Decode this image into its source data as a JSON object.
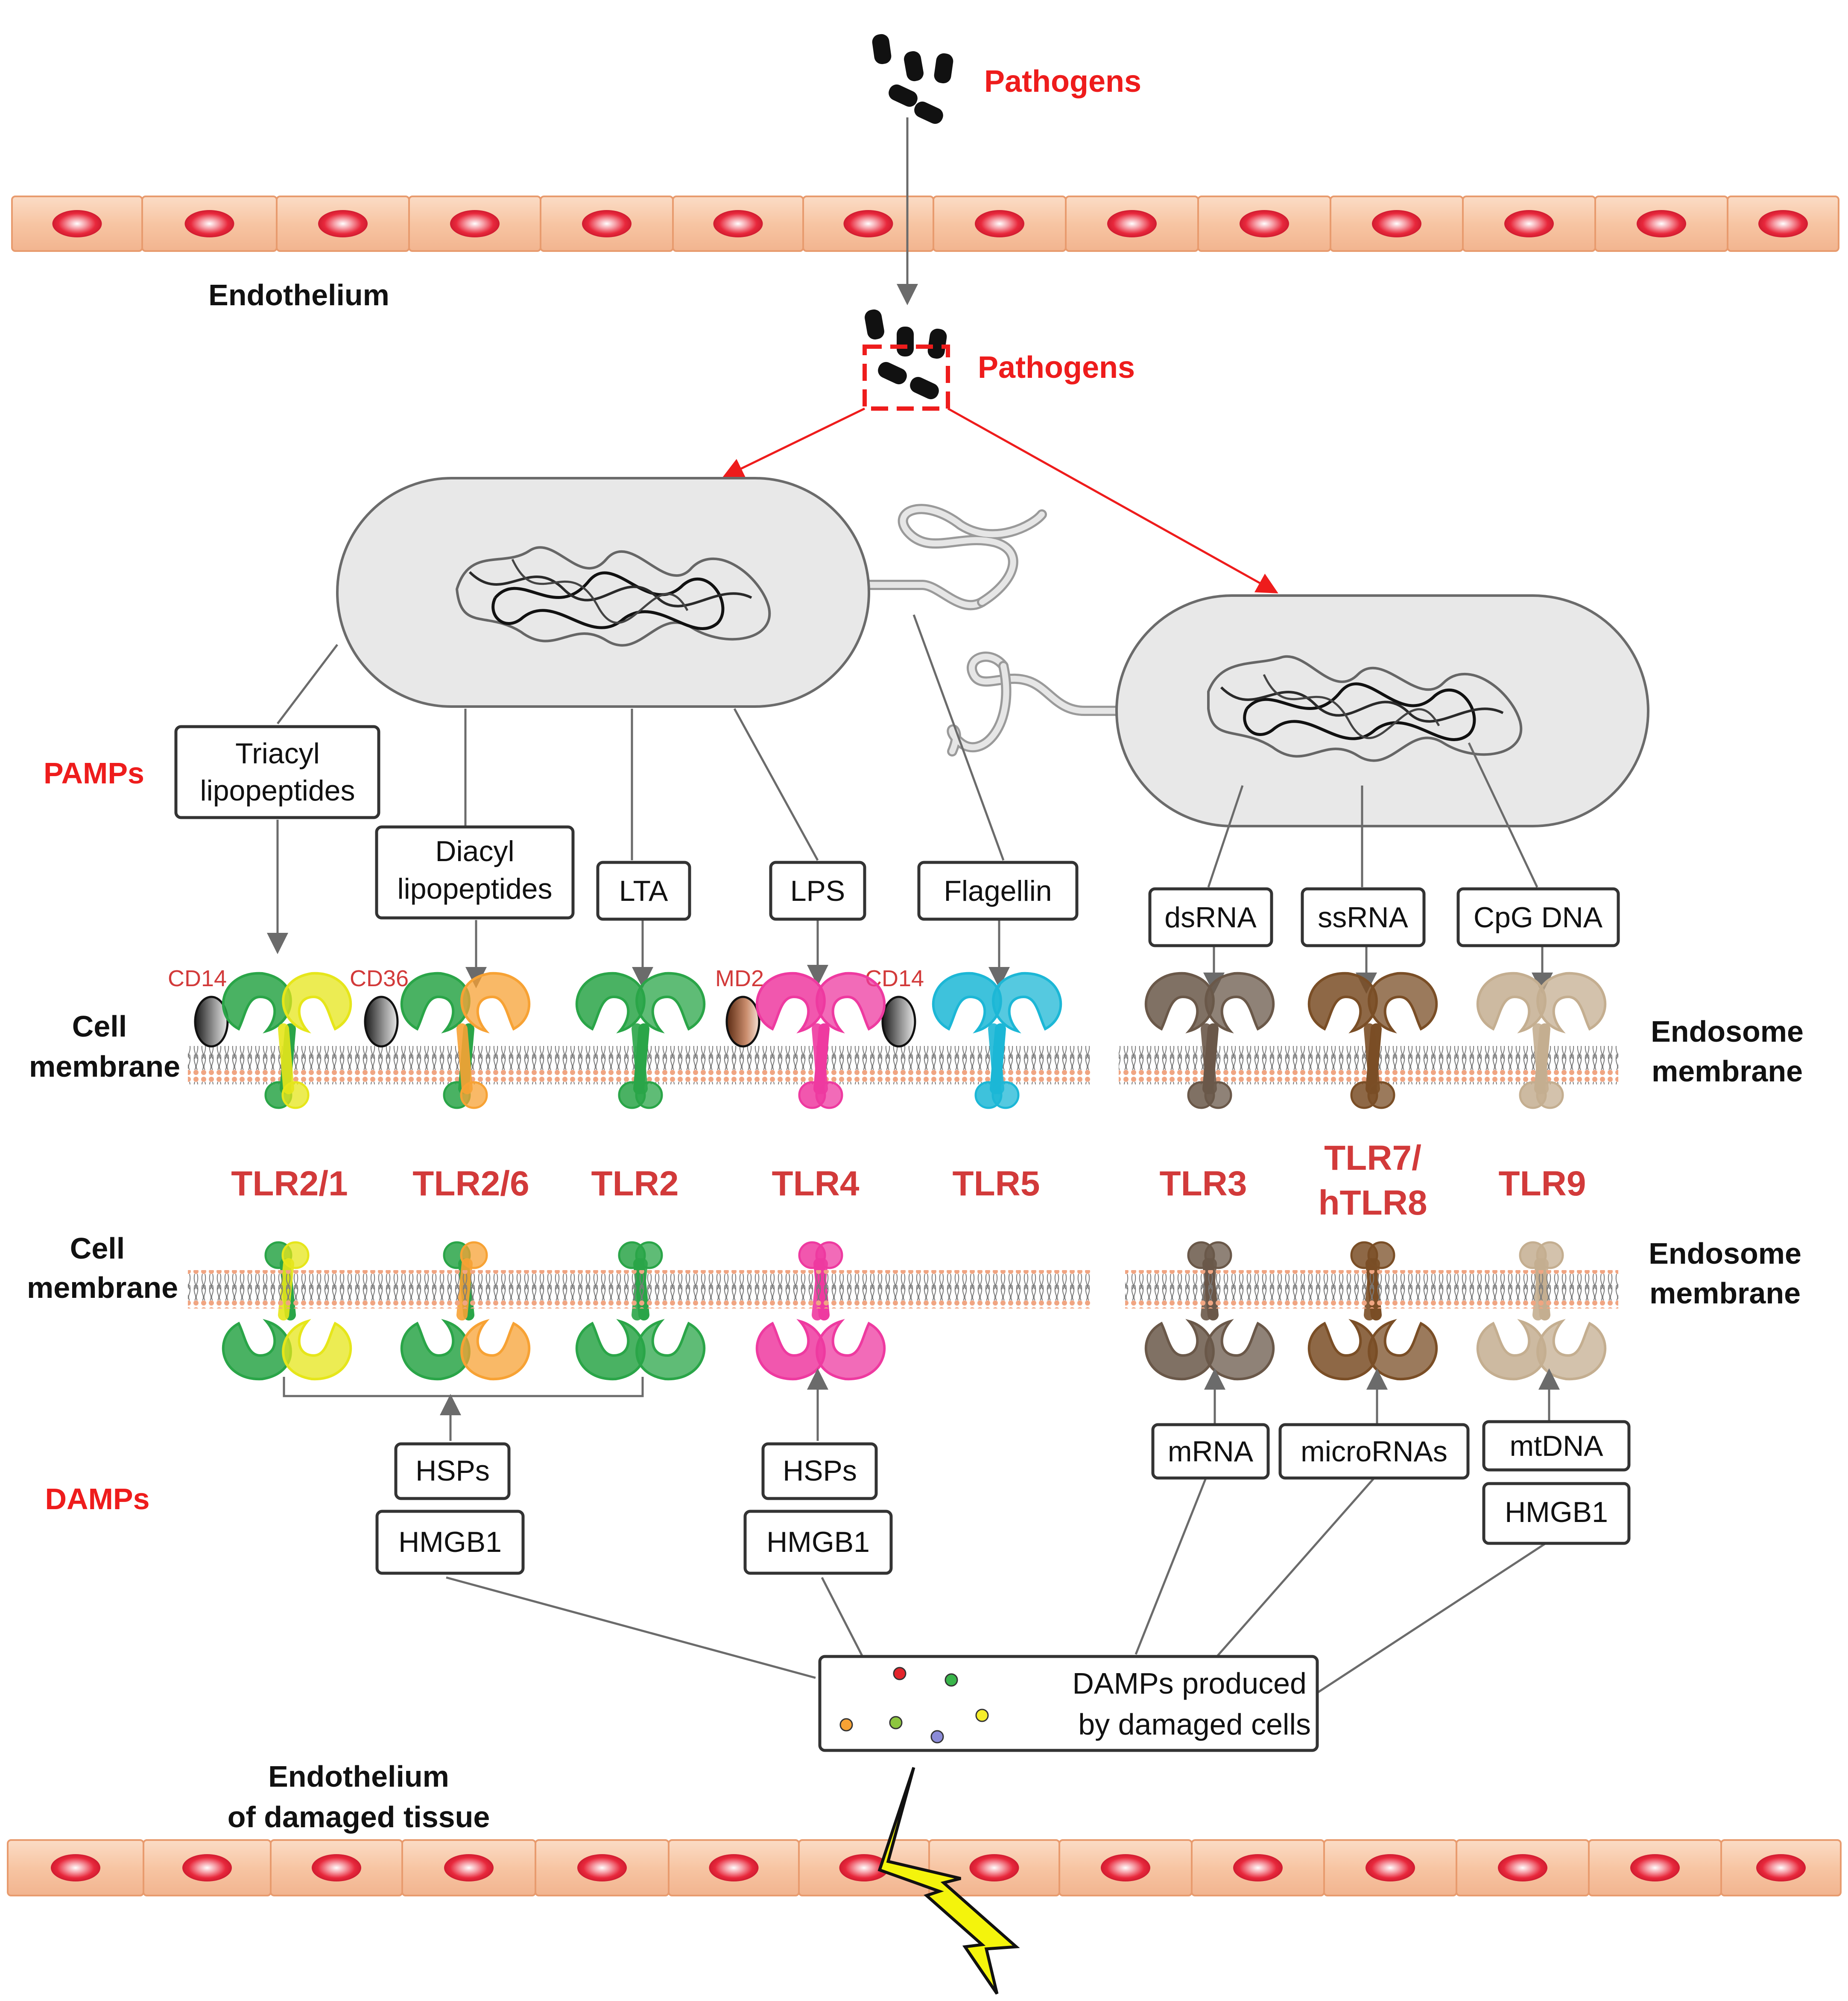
{
  "labels": {
    "pathogens_top": "Pathogens",
    "pathogens_mid": "Pathogens",
    "endothelium_top": "Endothelium",
    "endothelium_bottom_line1": "Endothelium",
    "endothelium_bottom_line2": "of damaged tissue",
    "pamps": "PAMPs",
    "damps": "DAMPs",
    "cell_membrane_line1": "Cell",
    "cell_membrane_line2": "membrane",
    "endosome_membrane_line1": "Endosome",
    "endosome_membrane_line2": "membrane"
  },
  "pamp_ligands": {
    "triacyl_1": "Triacyl",
    "triacyl_2": "lipopeptides",
    "diacyl_1": "Diacyl",
    "diacyl_2": "lipopeptides",
    "lta": "LTA",
    "lps": "LPS",
    "flagellin": "Flagellin",
    "dsrna": "dsRNA",
    "ssrna": "ssRNA",
    "cpg": "CpG DNA"
  },
  "coreceptors": {
    "cd14_left": "CD14",
    "cd36": "CD36",
    "md2": "MD2",
    "cd14_right": "CD14"
  },
  "receptors": {
    "tlr21": "TLR2/1",
    "tlr26": "TLR2/6",
    "tlr2": "TLR2",
    "tlr4": "TLR4",
    "tlr5": "TLR5",
    "tlr3": "TLR3",
    "tlr78_1": "TLR7/",
    "tlr78_2": "hTLR8",
    "tlr9": "TLR9"
  },
  "damp_ligands": {
    "hsps_a": "HSPs",
    "hmgb1_a": "HMGB1",
    "hsps_b": "HSPs",
    "hmgb1_b": "HMGB1",
    "mrna": "mRNA",
    "micrornas": "microRNAs",
    "mtdna": "mtDNA",
    "hmgb1_c": "HMGB1"
  },
  "damps_box": {
    "line1": "DAMPs produced",
    "line2": "by damaged cells"
  },
  "colors": {
    "label_red": "#ee1c1c",
    "tlr_label_red": "#d23a3a",
    "tlr2_green": "#2aa548",
    "tlr1_yellow": "#e6e61a",
    "tlr6_orange": "#f7a234",
    "tlr4_pink": "#ee3aa0",
    "tlr5_cyan": "#1cb7d6",
    "tlr3_brown": "#6a5849",
    "tlr78_brown": "#7a4e26",
    "tlr9_tan": "#c4ae90",
    "endothelium": "#f7c7a6",
    "nucleus": "#e8283c",
    "lightning": "#f4f40c",
    "bacterium": "#e8e8e8"
  }
}
